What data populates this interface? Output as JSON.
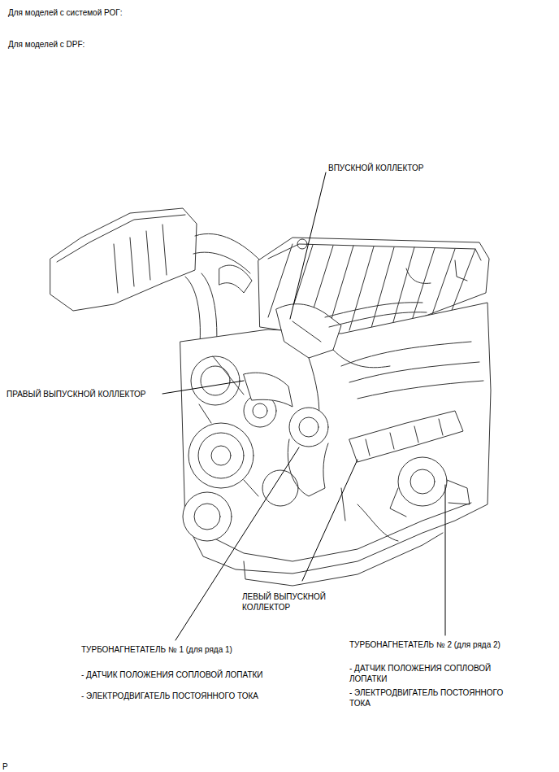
{
  "diagram": {
    "labels": [
      "Для моделей с системой РОГ:",
      "Для моделей с DPF:",
      "ВПУСКНОЙ КОЛЛЕКТОР",
      "ПРАВЫЙ ВЫПУСКНОЙ КОЛЛЕКТОР",
      "ЛЕВЫЙ ВЫПУСКНОЙ КОЛЛЕКТОР",
      "ТУРБОНАГНЕТАТЕЛЬ № 1 (для ряда 1)",
      "- ДАТЧИК ПОЛОЖЕНИЯ СОПЛОВОЙ ЛОПАТКИ",
      "- ЭЛЕКТРОДВИГАТЕЛЬ ПОСТОЯННОГО ТОКА",
      "ТУРБОНАГНЕТАТЕЛЬ № 2 (для ряда 2)",
      "- ДАТЧИК ПОЛОЖЕНИЯ СОПЛОВОЙ ЛОПАТКИ",
      "- ЭЛЕКТРОДВИГАТЕЛЬ ПОСТОЯННОГО ТОКА",
      "P"
    ]
  }
}
